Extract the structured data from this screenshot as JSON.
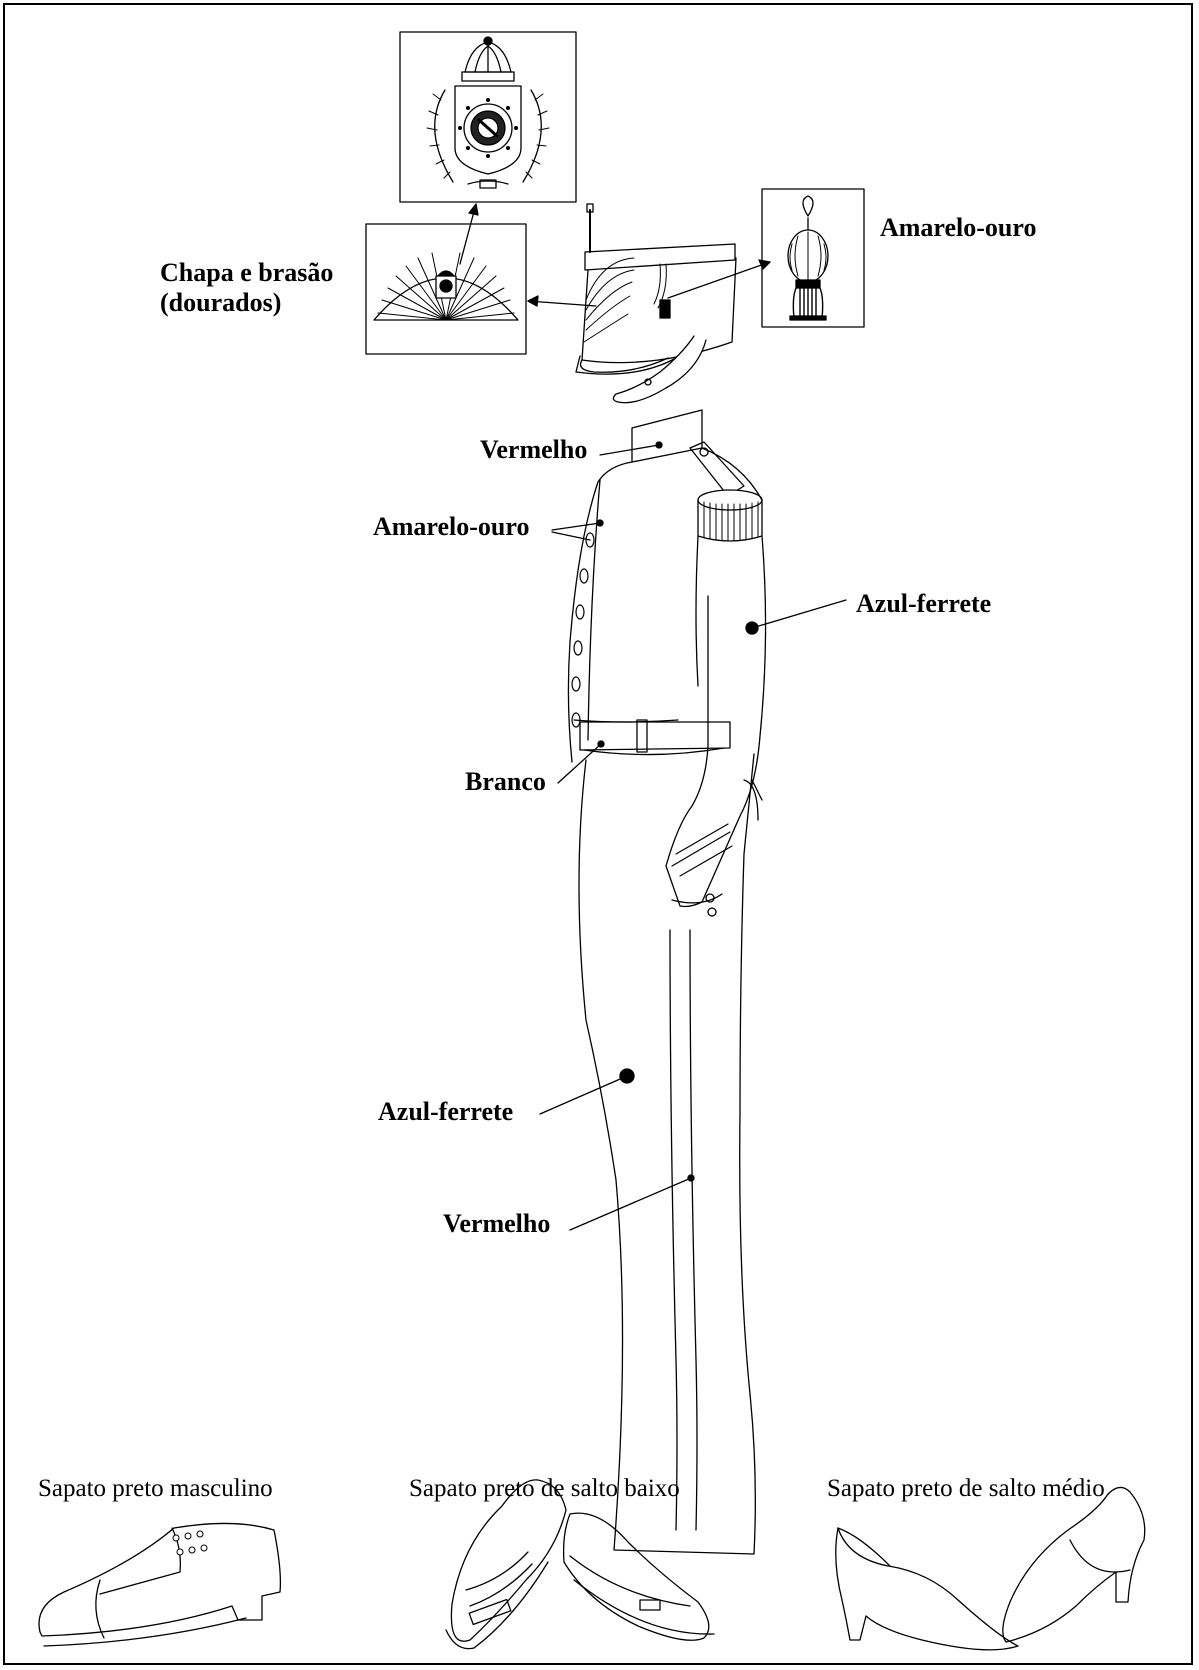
{
  "labels": {
    "plate_coat_of_arms_line1": "Chapa e brasão",
    "plate_coat_of_arms_line2": "(dourados)",
    "tassel_color": "Amarelo-ouro",
    "collar_color": "Vermelho",
    "buttons_color": "Amarelo-ouro",
    "sleeve_color": "Azul-ferrete",
    "belt_color": "Branco",
    "trousers_color": "Azul-ferrete",
    "stripe_color": "Vermelho"
  },
  "shoes": {
    "male": "Sapato preto masculino",
    "low_heel": "Sapato preto de salto baixo",
    "mid_heel": "Sapato preto de salto médio"
  },
  "colors": {
    "line": "#000000",
    "background": "#ffffff"
  }
}
